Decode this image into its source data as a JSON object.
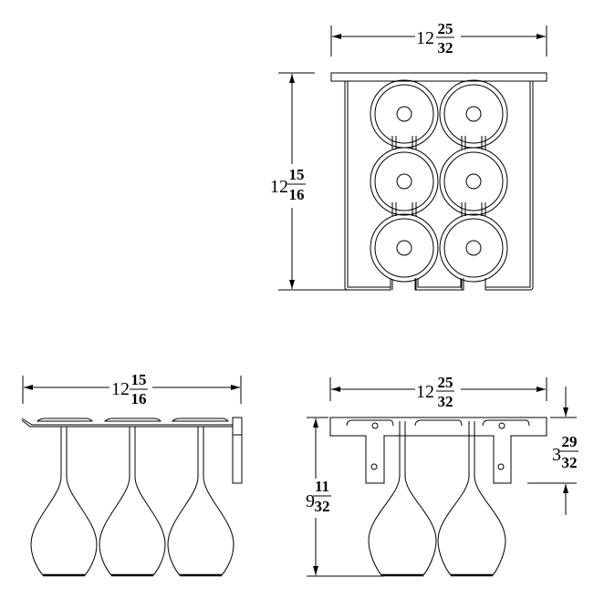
{
  "drawing": {
    "views": {
      "top": {
        "width_dim": {
          "whole": "12",
          "num": "25",
          "den": "32"
        },
        "depth_dim": {
          "whole": "12",
          "num": "15",
          "den": "16"
        }
      },
      "side": {
        "width_dim": {
          "whole": "12",
          "num": "15",
          "den": "16"
        },
        "glass_count": 3
      },
      "front": {
        "width_dim": {
          "whole": "12",
          "num": "25",
          "den": "32"
        },
        "height_dim": {
          "whole": "9",
          "num": "11",
          "den": "32"
        },
        "bracket_dim": {
          "whole": "3",
          "num": "29",
          "den": "32"
        },
        "glass_count": 2
      }
    },
    "colors": {
      "line": "#000000",
      "background": "#ffffff"
    }
  }
}
